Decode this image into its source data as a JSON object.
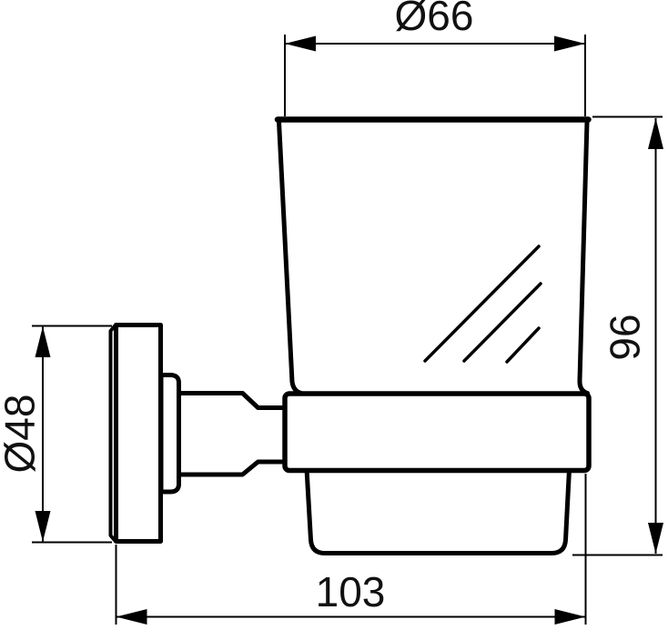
{
  "drawing": {
    "background_color": "#ffffff",
    "line_color": "#000000",
    "text_color": "#111111"
  },
  "dimensions": {
    "top_diameter": {
      "label": "Ø66",
      "value": 66
    },
    "height": {
      "label": "96",
      "value": 96
    },
    "plate_diameter": {
      "label": "Ø48",
      "value": 48
    },
    "depth": {
      "label": "103",
      "value": 103
    }
  }
}
